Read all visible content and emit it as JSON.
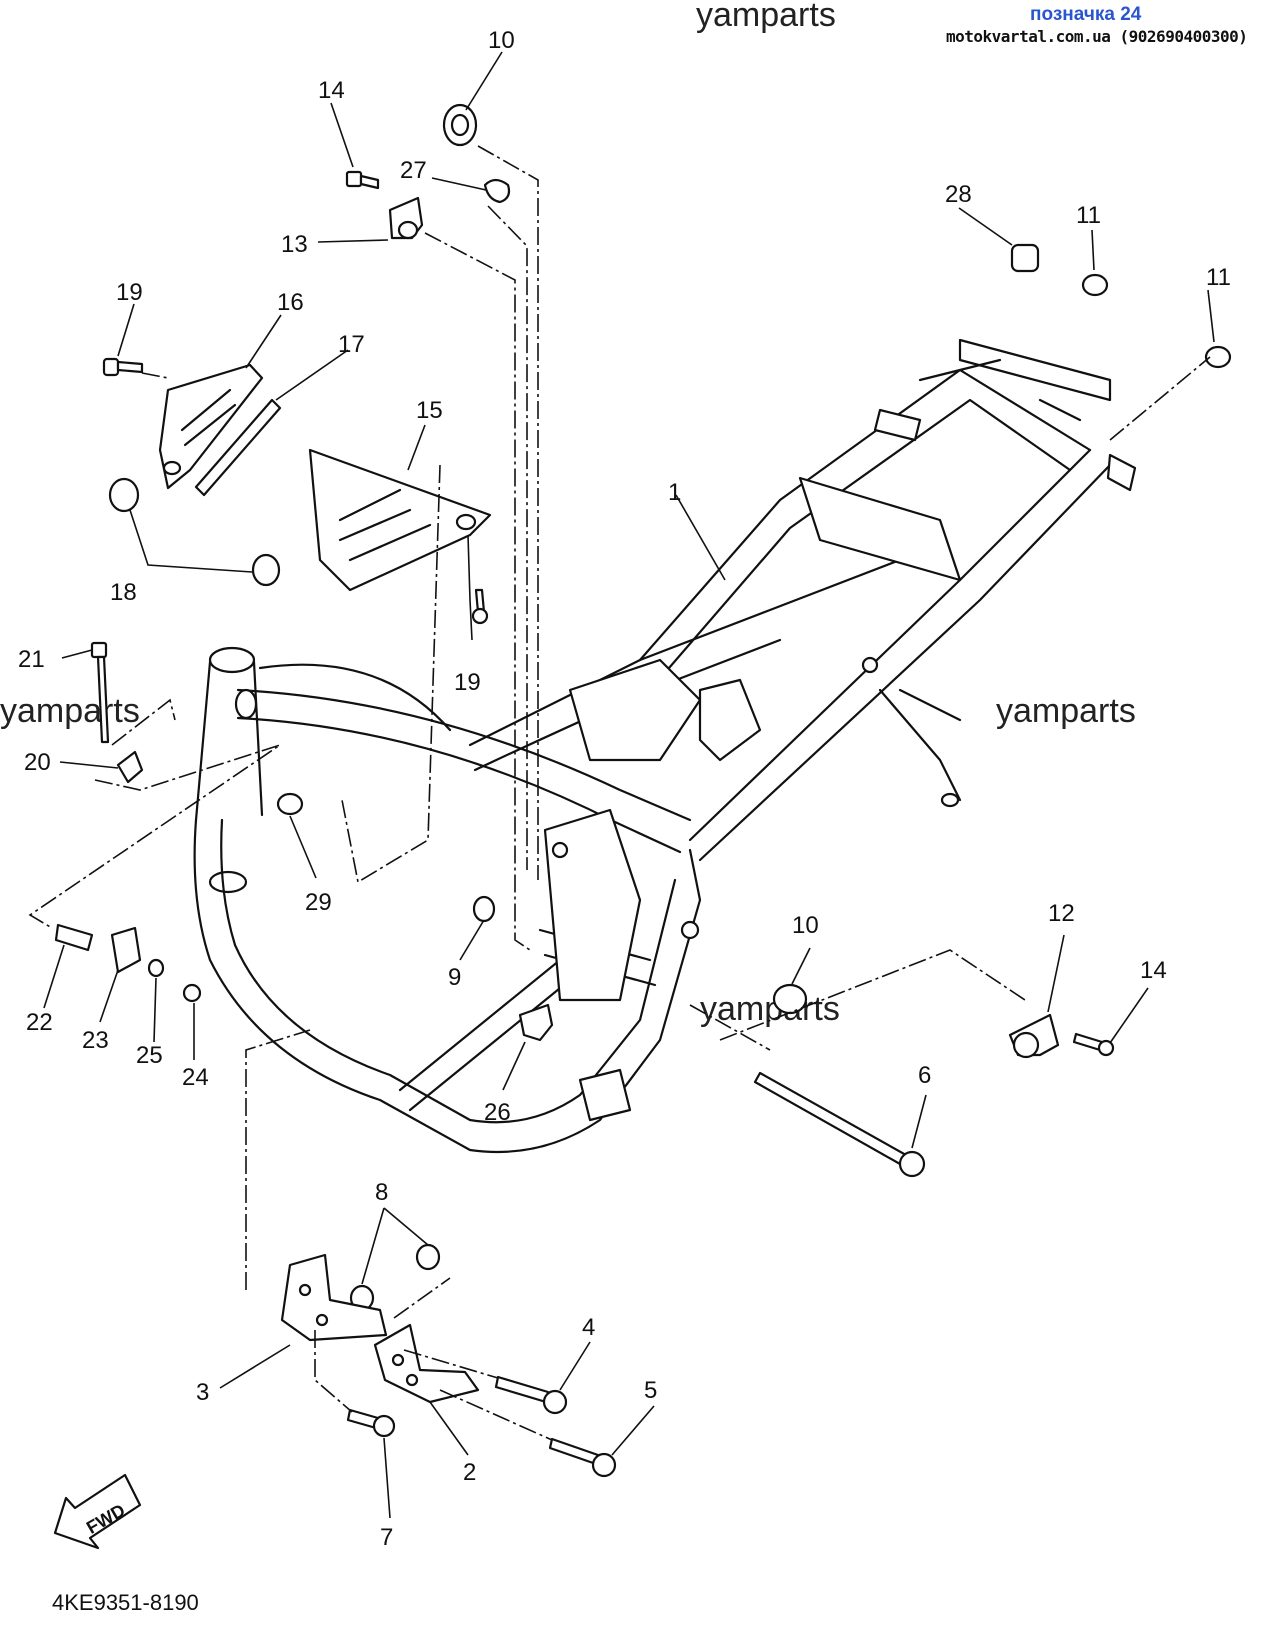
{
  "header": {
    "ref_label": "позначка 24",
    "shop_label": "motokvartal.com.ua (902690400300)"
  },
  "watermark": "yamparts",
  "diagram_code": "4KE9351-8190",
  "fwd_label": "FWD",
  "callouts": {
    "c1": "1",
    "c2": "2",
    "c3": "3",
    "c4": "4",
    "c5": "5",
    "c6": "6",
    "c7": "7",
    "c8": "8",
    "c9": "9",
    "c10a": "10",
    "c10b": "10",
    "c11a": "11",
    "c11b": "11",
    "c12": "12",
    "c13": "13",
    "c14a": "14",
    "c14b": "14",
    "c15": "15",
    "c16": "16",
    "c17": "17",
    "c18": "18",
    "c19a": "19",
    "c19b": "19",
    "c20": "20",
    "c21": "21",
    "c22": "22",
    "c23": "23",
    "c24": "24",
    "c25": "25",
    "c26": "26",
    "c27": "27",
    "c28": "28",
    "c29": "29"
  }
}
